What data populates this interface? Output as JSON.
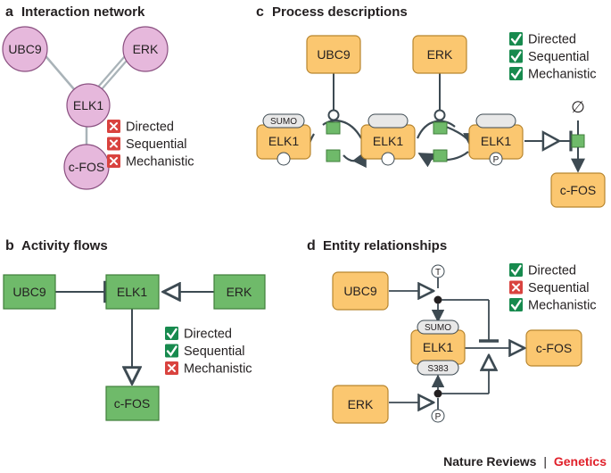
{
  "panels": {
    "a": {
      "letter": "a",
      "title": "Interaction network",
      "nodes": {
        "ubc9": "UBC9",
        "erk": "ERK",
        "elk1": "ELK1",
        "cfos": "c-FOS"
      }
    },
    "b": {
      "letter": "b",
      "title": "Activity flows",
      "nodes": {
        "ubc9": "UBC9",
        "elk1": "ELK1",
        "erk": "ERK",
        "cfos": "c-FOS"
      }
    },
    "c": {
      "letter": "c",
      "title": "Process descriptions",
      "nodes": {
        "ubc9": "UBC9",
        "erk": "ERK",
        "elk1_sumo": "ELK1",
        "elk1": "ELK1",
        "elk1_p": "ELK1",
        "cfos": "c-FOS"
      },
      "sumo_tag": "SUMO",
      "p_tag": "P",
      "sink_symbol": "∅"
    },
    "d": {
      "letter": "d",
      "title": "Entity relationships",
      "nodes": {
        "ubc9": "UBC9",
        "elk1": "ELK1",
        "erk": "ERK",
        "cfos": "c-FOS"
      },
      "sumo_tag": "SUMO",
      "s383_tag": "S383",
      "t_tag": "T",
      "p_tag": "P"
    }
  },
  "legends": {
    "a": [
      {
        "label": "Directed",
        "value": false
      },
      {
        "label": "Sequential",
        "value": false
      },
      {
        "label": "Mechanistic",
        "value": false
      }
    ],
    "b": [
      {
        "label": "Directed",
        "value": true
      },
      {
        "label": "Sequential",
        "value": true
      },
      {
        "label": "Mechanistic",
        "value": false
      }
    ],
    "c": [
      {
        "label": "Directed",
        "value": true
      },
      {
        "label": "Sequential",
        "value": true
      },
      {
        "label": "Mechanistic",
        "value": true
      }
    ],
    "d": [
      {
        "label": "Directed",
        "value": true
      },
      {
        "label": "Sequential",
        "value": false
      },
      {
        "label": "Mechanistic",
        "value": true
      }
    ]
  },
  "credit": {
    "journal": "Nature Reviews",
    "separator": "|",
    "section": "Genetics"
  },
  "colors": {
    "pink_node": "#e6b8dc",
    "pink_stroke": "#8a4f80",
    "green_node": "#6fba6a",
    "green_stroke": "#3f7f3b",
    "orange_node": "#fbc770",
    "orange_stroke": "#b8862f",
    "check_green": "#178a4e",
    "cross_red": "#d9433f",
    "credit_red": "#e0202a",
    "line": "#3d4a52"
  }
}
